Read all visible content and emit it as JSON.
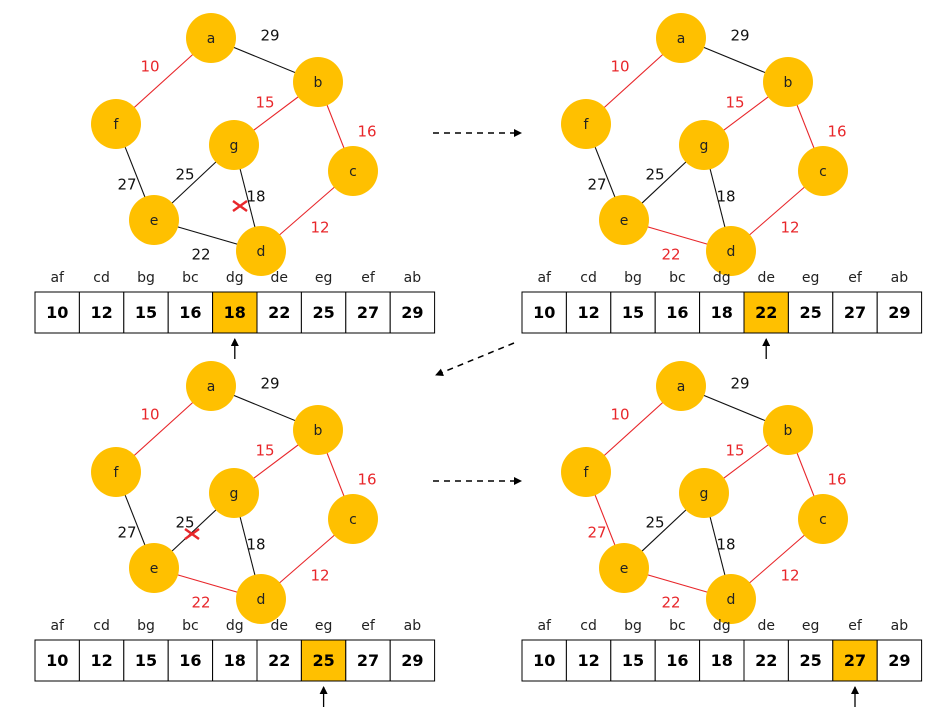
{
  "colors": {
    "node_fill": "#FFC000",
    "selected_edge": "#E8272B",
    "normal_edge": "#111111",
    "highlight_cell": "#FFC000",
    "cell_border": "#000000",
    "arrow": "#000000"
  },
  "nodes": [
    {
      "id": "a",
      "label": "a"
    },
    {
      "id": "b",
      "label": "b"
    },
    {
      "id": "c",
      "label": "c"
    },
    {
      "id": "d",
      "label": "d"
    },
    {
      "id": "e",
      "label": "e"
    },
    {
      "id": "f",
      "label": "f"
    },
    {
      "id": "g",
      "label": "g"
    }
  ],
  "edges": [
    {
      "id": "af",
      "from": "a",
      "to": "f",
      "weight": "10"
    },
    {
      "id": "ab",
      "from": "a",
      "to": "b",
      "weight": "29"
    },
    {
      "id": "bg",
      "from": "b",
      "to": "g",
      "weight": "15"
    },
    {
      "id": "bc",
      "from": "b",
      "to": "c",
      "weight": "16"
    },
    {
      "id": "cd",
      "from": "c",
      "to": "d",
      "weight": "12"
    },
    {
      "id": "fe",
      "from": "f",
      "to": "e",
      "weight": "27"
    },
    {
      "id": "eg",
      "from": "e",
      "to": "g",
      "weight": "25"
    },
    {
      "id": "gd",
      "from": "g",
      "to": "d",
      "weight": "18"
    },
    {
      "id": "ed",
      "from": "e",
      "to": "d",
      "weight": "22"
    }
  ],
  "sorted_edges": [
    {
      "name": "af",
      "weight": "10"
    },
    {
      "name": "cd",
      "weight": "12"
    },
    {
      "name": "bg",
      "weight": "15"
    },
    {
      "name": "bc",
      "weight": "16"
    },
    {
      "name": "dg",
      "weight": "18"
    },
    {
      "name": "de",
      "weight": "22"
    },
    {
      "name": "eg",
      "weight": "25"
    },
    {
      "name": "ef",
      "weight": "27"
    },
    {
      "name": "ab",
      "weight": "29"
    }
  ],
  "steps": [
    {
      "selected": [
        "af",
        "cd",
        "bg",
        "bc"
      ],
      "highlight": 4,
      "rejected_edge": "gd"
    },
    {
      "selected": [
        "af",
        "cd",
        "bg",
        "bc",
        "ed"
      ],
      "highlight": 5,
      "rejected_edge": null
    },
    {
      "selected": [
        "af",
        "cd",
        "bg",
        "bc",
        "ed"
      ],
      "highlight": 6,
      "rejected_edge": "eg"
    },
    {
      "selected": [
        "af",
        "cd",
        "bg",
        "bc",
        "ed",
        "fe"
      ],
      "highlight": 7,
      "rejected_edge": null
    }
  ]
}
